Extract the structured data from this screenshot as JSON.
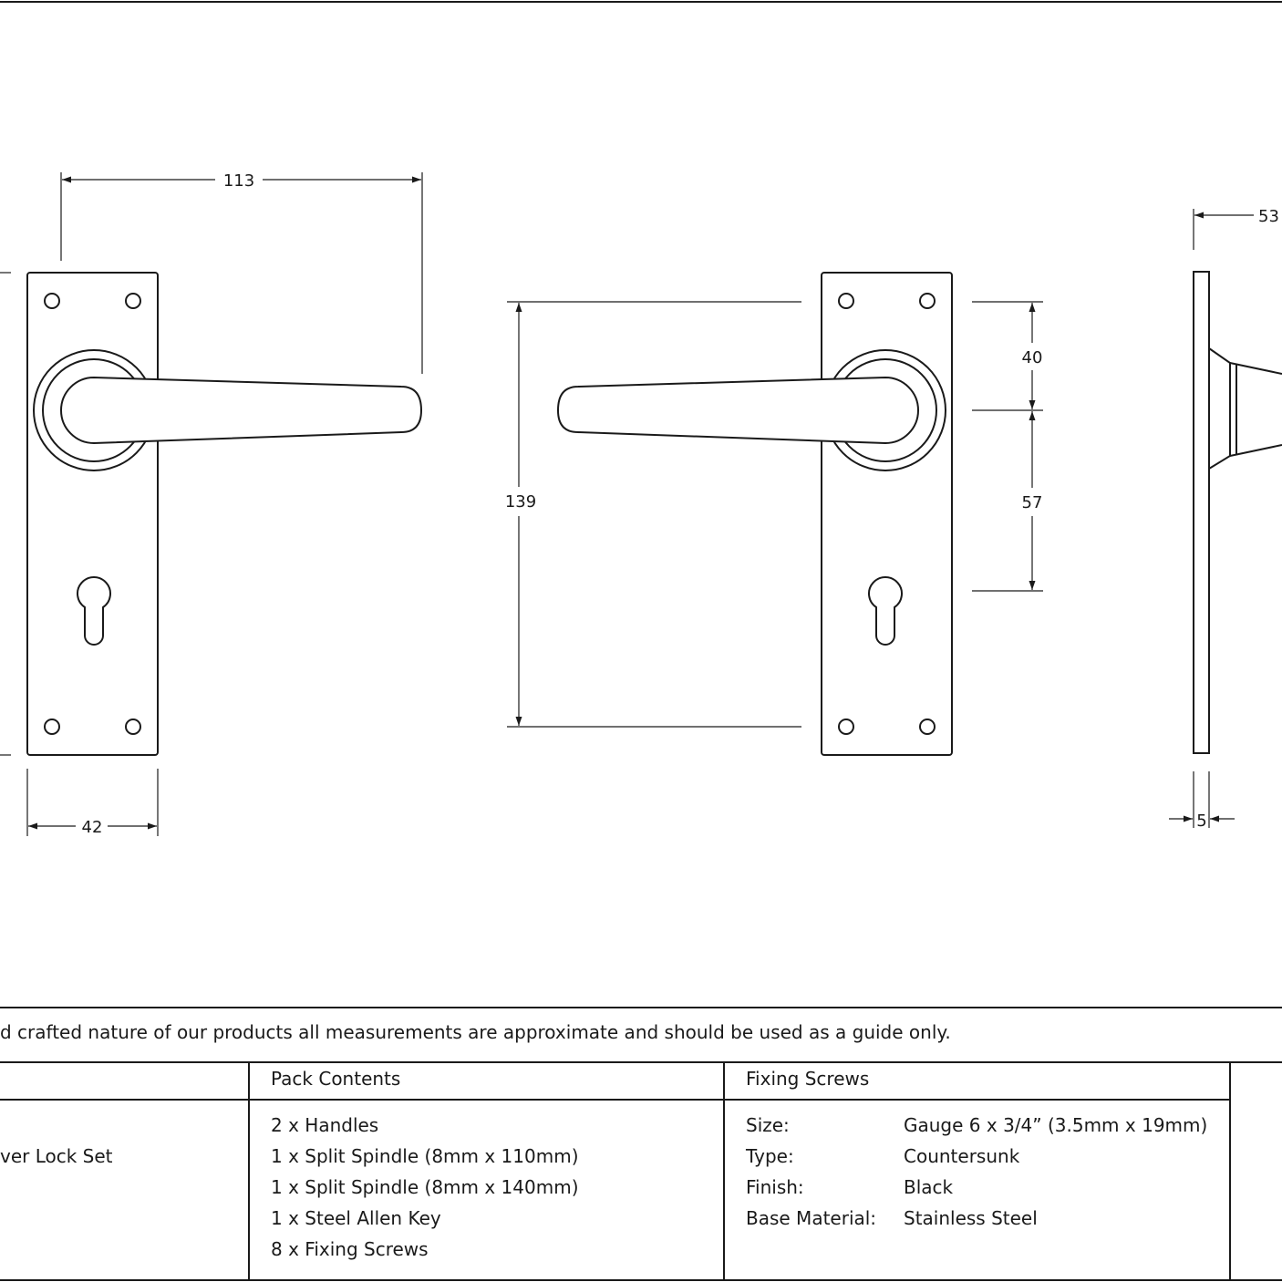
{
  "dimensions": {
    "width_overall": "113",
    "backplate_width": "42",
    "height_center": "139",
    "upper_offset": "40",
    "lower_offset": "57",
    "projection": "53",
    "plate_thickness": "5"
  },
  "disclaimer": "d crafted nature of our products all measurements are approximate and should be used as a guide only.",
  "table": {
    "product_fragment": "ver Lock Set",
    "pack_contents": {
      "header": "Pack Contents",
      "items": [
        "2 x Handles",
        "1 x Split Spindle (8mm x 110mm)",
        "1 x Split Spindle (8mm x 140mm)",
        "1 x Steel Allen Key",
        "8 x Fixing Screws"
      ]
    },
    "fixing_screws": {
      "header": "Fixing Screws",
      "rows": [
        {
          "label": "Size:",
          "value": "Gauge 6 x 3/4” (3.5mm x 19mm)"
        },
        {
          "label": "Type:",
          "value": "Countersunk"
        },
        {
          "label": "Finish:",
          "value": "Black"
        },
        {
          "label": "Base Material:",
          "value": "Stainless Steel"
        }
      ]
    }
  }
}
